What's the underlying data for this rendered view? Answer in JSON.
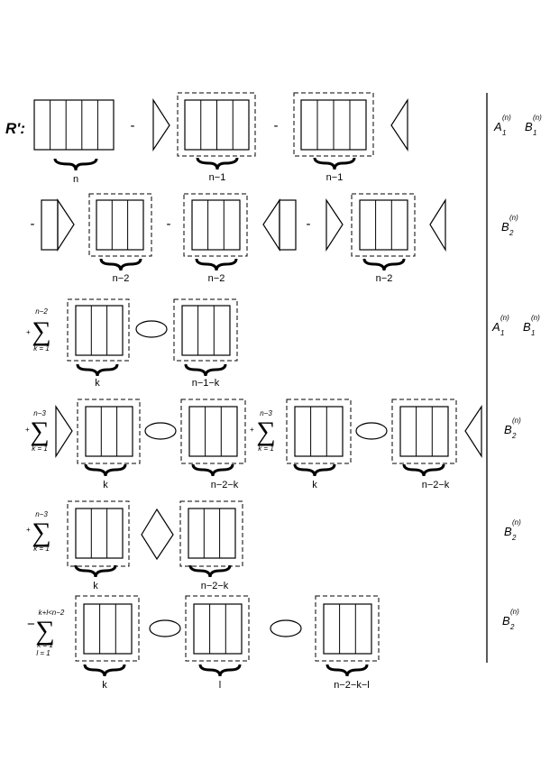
{
  "title": "R':",
  "rows": [
    {
      "operators": [
        "-",
        "-"
      ],
      "labels": [
        "n",
        "n−1",
        "n−1"
      ],
      "right": [
        {
          "letter": "A",
          "sub": "1",
          "sup": "(n)"
        },
        {
          "letter": "B",
          "sub": "1",
          "sup": "(n)"
        }
      ]
    },
    {
      "operators": [
        "-",
        "-",
        "-"
      ],
      "labels": [
        "n−2",
        "n−2",
        "n−2"
      ],
      "right": [
        {
          "letter": "B",
          "sub": "2",
          "sup": "(n)"
        }
      ]
    },
    {
      "sum": {
        "sign": "+",
        "upper": "n−2",
        "lower": "k = 1"
      },
      "labels": [
        "k",
        "n−1−k"
      ],
      "right": [
        {
          "letter": "A",
          "sub": "1",
          "sup": "(n)"
        },
        {
          "letter": "B",
          "sub": "1",
          "sup": "(n)"
        }
      ]
    },
    {
      "sum": {
        "sign": "+",
        "upper": "n−3",
        "lower": "k = 1"
      },
      "sum2": {
        "sign": "+",
        "upper": "n−3",
        "lower": "k = 1"
      },
      "labels": [
        "k",
        "n−2−k",
        "k",
        "n−2−k"
      ],
      "right": [
        {
          "letter": "B",
          "sub": "2",
          "sup": "(n)"
        }
      ]
    },
    {
      "sum": {
        "sign": "+",
        "upper": "n−3",
        "lower": "k = 1"
      },
      "labels": [
        "k",
        "n−2−k"
      ],
      "right": [
        {
          "letter": "B",
          "sub": "2",
          "sup": "(n)"
        }
      ]
    },
    {
      "sum": {
        "sign": "−",
        "upper": "k+l<n−2",
        "lower": "k = 1",
        "lower2": "l = 1"
      },
      "labels": [
        "k",
        "l",
        "n−2−k−l"
      ],
      "right": [
        {
          "letter": "B",
          "sub": "2",
          "sup": "(n)"
        }
      ]
    }
  ]
}
